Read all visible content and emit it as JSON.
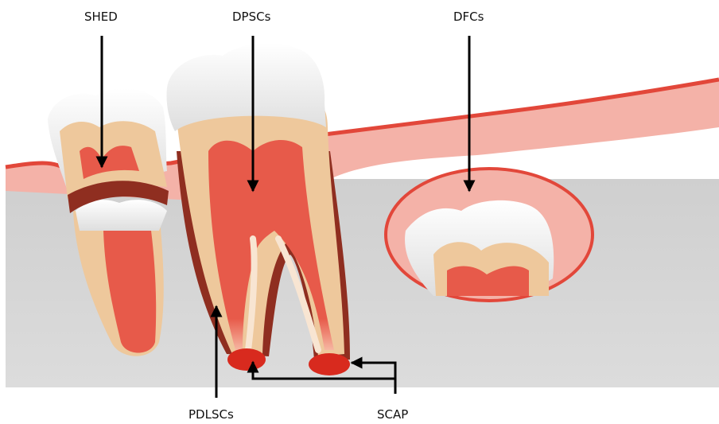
{
  "labels": {
    "shed": "SHED",
    "dpscs": "DPSCs",
    "dfcs": "DFCs",
    "pdlscs": "PDLSCs",
    "scap": "SCAP"
  },
  "colors": {
    "bone": "#d4d4d4",
    "gum": "#f4b2a8",
    "gum_edge": "#e2473a",
    "enamel": "#f2f2f2",
    "dentin": "#eec89c",
    "pulp": "#e75a4a",
    "periodontal": "#8f2e20",
    "apical_papilla": "#d82a1e",
    "arrow": "#000000"
  },
  "icons": {
    "deciduous_tooth": "deciduous-tooth-icon",
    "molar": "molar-tooth-icon",
    "tooth_germ": "tooth-germ-icon"
  }
}
